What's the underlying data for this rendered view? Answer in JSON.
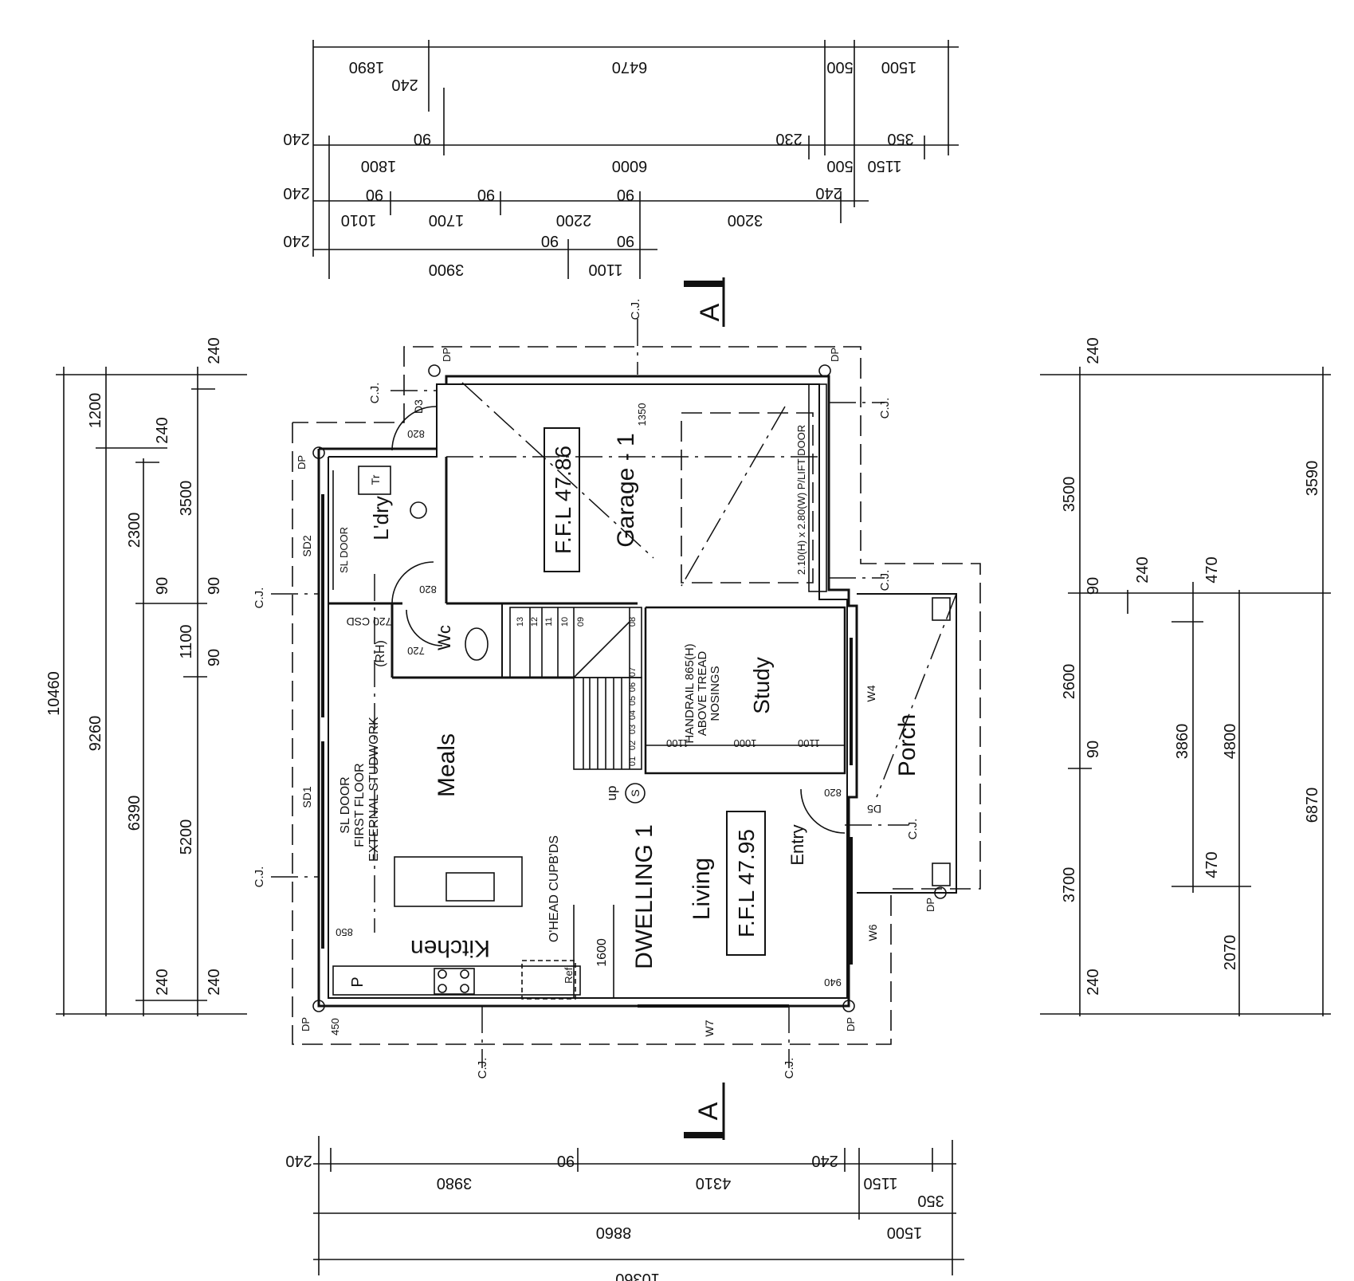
{
  "top_dimensions": {
    "row1": [
      "1890",
      "240",
      "6470",
      "500",
      "1500"
    ],
    "row2": [
      "240",
      "90",
      "230",
      "350"
    ],
    "row3": [
      "1800",
      "6000",
      "500",
      "1150"
    ],
    "row4": [
      "240",
      "90",
      "90",
      "90",
      "240"
    ],
    "row5": [
      "1010",
      "1700",
      "2200",
      "3200"
    ],
    "row6": [
      "240",
      "90",
      "90"
    ],
    "row7": [
      "3900",
      "1100"
    ]
  },
  "bottom_dimensions": {
    "row1": [
      "240",
      "90",
      "240"
    ],
    "row2": [
      "3980",
      "4310",
      "1150",
      "350"
    ],
    "row3": [
      "8860",
      "1500"
    ],
    "row4": [
      "10360"
    ]
  },
  "left_dimensions": {
    "outer": "10460",
    "second": "9260",
    "third": [
      "240",
      "6390",
      "240"
    ],
    "fourth": [
      "240",
      "1200",
      "3500",
      "90",
      "1100",
      "90",
      "5200",
      "240"
    ],
    "extra": [
      "2300",
      "90"
    ]
  },
  "right_dimensions": {
    "inner": [
      "240",
      "3500",
      "90",
      "2600",
      "90",
      "3700",
      "240"
    ],
    "middle": [
      "240",
      "470",
      "3860",
      "470"
    ],
    "third": [
      "4800",
      "2070"
    ],
    "outer": [
      "3590",
      "6870"
    ]
  },
  "section_markers": [
    "A",
    "A"
  ],
  "rooms": {
    "garage": "Garage - 1",
    "garage_ffl": "F.F.L 47.86",
    "laundry": "L'dry",
    "wc": "Wc",
    "meals": "Meals",
    "kitchen": "Kitchen",
    "study": "Study",
    "porch": "Porch",
    "living": "Living",
    "living_ffl": "F.F.L 47.95",
    "dwelling": "DWELLING 1",
    "entry": "Entry"
  },
  "notes": {
    "handrail": [
      "HANDRAIL 865(H)",
      "ABOVE TREAD",
      "NOSINGS"
    ],
    "first_floor": [
      "SL DOOR",
      "FIRST FLOOR",
      "EXTERNAL STUDWORK"
    ],
    "ohead": "O'HEAD CUPB'DS",
    "lift_door": "2.10(H) x 2.80(W) P/LIFT DOOR",
    "sl_door_ldry": "SL DOOR",
    "csd": "720 CSD",
    "rh": "(RH)",
    "up": "up",
    "ref": "Ref.",
    "tr": "Tr",
    "p": "P",
    "smoke": "S"
  },
  "tags": {
    "cj": "C.J.",
    "dp": "DP",
    "d3": "D3",
    "d5": "D5",
    "sd1": "SD1",
    "sd2": "SD2",
    "w4": "W4",
    "w6": "W6",
    "w7": "W7"
  },
  "small_dims": {
    "d820a": "820",
    "d820b": "820",
    "d820c": "820",
    "d720": "720",
    "d1350": "1350",
    "d850": "850",
    "d1600": "1600",
    "d940": "940",
    "d450": "450",
    "study": [
      "1100",
      "1000",
      "1100"
    ]
  },
  "stair_treads": [
    "01",
    "02",
    "03",
    "04",
    "05",
    "06",
    "07",
    "08",
    "09",
    "10",
    "11",
    "12",
    "13"
  ]
}
